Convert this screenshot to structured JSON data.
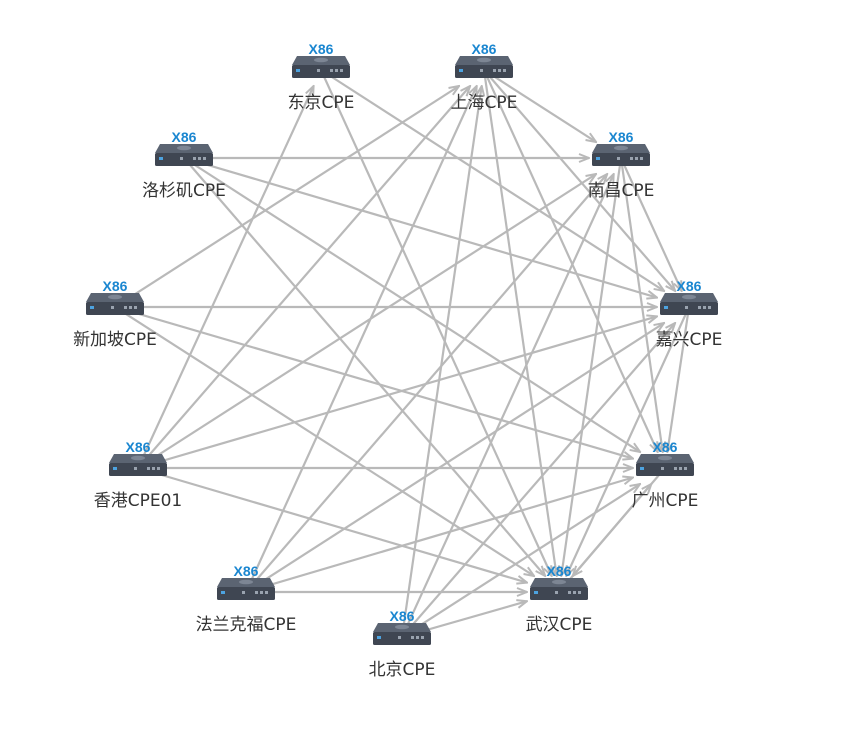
{
  "colors": {
    "link": "#b9b9b9",
    "device_body": "#3f4652",
    "device_top": "#5b6472",
    "device_led": "#4da3e0",
    "type_label": "#1a86d0",
    "label": "#333333"
  },
  "icon": "router-device-icon",
  "nodes": [
    {
      "id": "tokyo",
      "type": "X86",
      "label": "东京CPE"
    },
    {
      "id": "shanghai",
      "type": "X86",
      "label": "上海CPE"
    },
    {
      "id": "losangeles",
      "type": "X86",
      "label": "洛杉矶CPE"
    },
    {
      "id": "nanchang",
      "type": "X86",
      "label": "南昌CPE"
    },
    {
      "id": "singapore",
      "type": "X86",
      "label": "新加坡CPE"
    },
    {
      "id": "jiaxing",
      "type": "X86",
      "label": "嘉兴CPE"
    },
    {
      "id": "hongkong",
      "type": "X86",
      "label": "香港CPE01"
    },
    {
      "id": "guangzhou",
      "type": "X86",
      "label": "广州CPE"
    },
    {
      "id": "frankfurt",
      "type": "X86",
      "label": "法兰克福CPE"
    },
    {
      "id": "wuhan",
      "type": "X86",
      "label": "武汉CPE"
    },
    {
      "id": "beijing",
      "type": "X86",
      "label": "北京CPE"
    }
  ],
  "links": [
    [
      "tokyo",
      "jiaxing"
    ],
    [
      "tokyo",
      "wuhan"
    ],
    [
      "losangeles",
      "nanchang"
    ],
    [
      "losangeles",
      "jiaxing"
    ],
    [
      "losangeles",
      "guangzhou"
    ],
    [
      "losangeles",
      "wuhan"
    ],
    [
      "singapore",
      "shanghai"
    ],
    [
      "singapore",
      "jiaxing"
    ],
    [
      "singapore",
      "guangzhou"
    ],
    [
      "singapore",
      "wuhan"
    ],
    [
      "hongkong",
      "shanghai"
    ],
    [
      "hongkong",
      "nanchang"
    ],
    [
      "hongkong",
      "jiaxing"
    ],
    [
      "hongkong",
      "guangzhou"
    ],
    [
      "hongkong",
      "wuhan"
    ],
    [
      "frankfurt",
      "shanghai"
    ],
    [
      "frankfurt",
      "nanchang"
    ],
    [
      "frankfurt",
      "jiaxing"
    ],
    [
      "frankfurt",
      "guangzhou"
    ],
    [
      "frankfurt",
      "wuhan"
    ],
    [
      "beijing",
      "shanghai"
    ],
    [
      "beijing",
      "nanchang"
    ],
    [
      "beijing",
      "jiaxing"
    ],
    [
      "beijing",
      "guangzhou"
    ],
    [
      "beijing",
      "wuhan"
    ],
    [
      "shanghai",
      "nanchang"
    ],
    [
      "shanghai",
      "jiaxing"
    ],
    [
      "shanghai",
      "guangzhou"
    ],
    [
      "shanghai",
      "wuhan"
    ],
    [
      "nanchang",
      "jiaxing"
    ],
    [
      "nanchang",
      "guangzhou"
    ],
    [
      "nanchang",
      "wuhan"
    ],
    [
      "jiaxing",
      "guangzhou"
    ],
    [
      "jiaxing",
      "wuhan"
    ],
    [
      "guangzhou",
      "wuhan"
    ],
    [
      "wuhan",
      "guangzhou"
    ],
    [
      "hongkong",
      "tokyo"
    ]
  ]
}
